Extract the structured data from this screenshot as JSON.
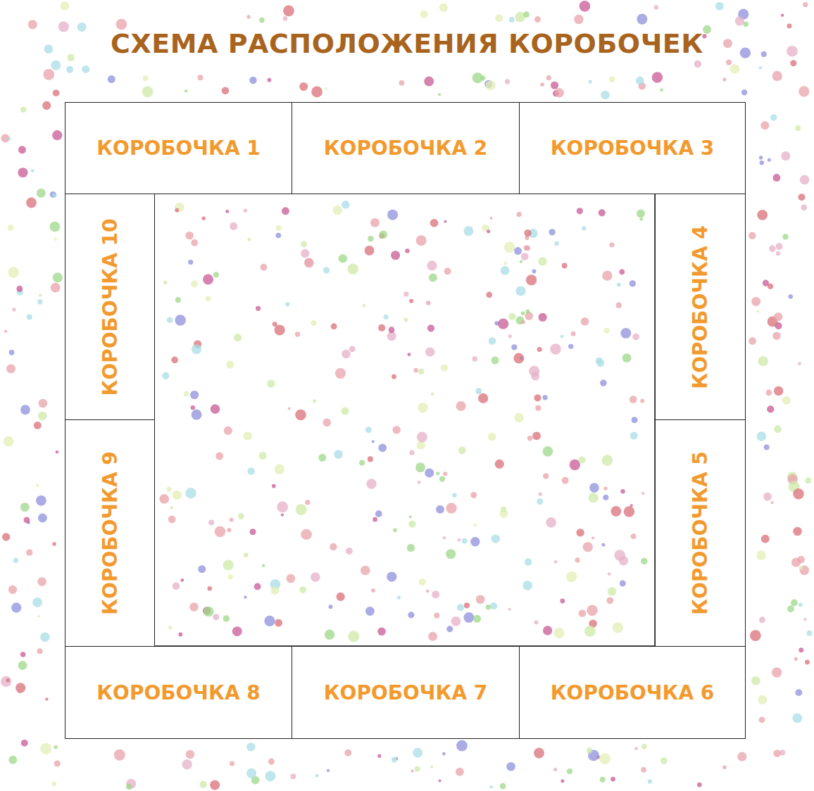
{
  "diagram": {
    "title": "СХЕМА РАСПОЛОЖЕНИЯ КОРОБОЧЕК",
    "nodes": [
      {
        "text": [
          "КОРОБОЧКА 1"
        ]
      },
      {
        "text": [
          "КОРОБОЧКА 2"
        ]
      },
      {
        "text": [
          "КОРОБОЧКА 3"
        ]
      },
      {
        "text": [
          "КОРОБОЧКА 4"
        ]
      },
      {
        "text": [
          "КОРОБОЧКА 5"
        ]
      },
      {
        "text": [
          "КОРОБОЧКА 6"
        ]
      },
      {
        "text": [
          "КОРОБОЧКА 7"
        ]
      },
      {
        "text": [
          "КОРОБОЧКА 8"
        ]
      },
      {
        "text": [
          "КОРОБОЧКА 9"
        ]
      },
      {
        "text": [
          "КОРОБОЧКА 10"
        ]
      }
    ]
  }
}
